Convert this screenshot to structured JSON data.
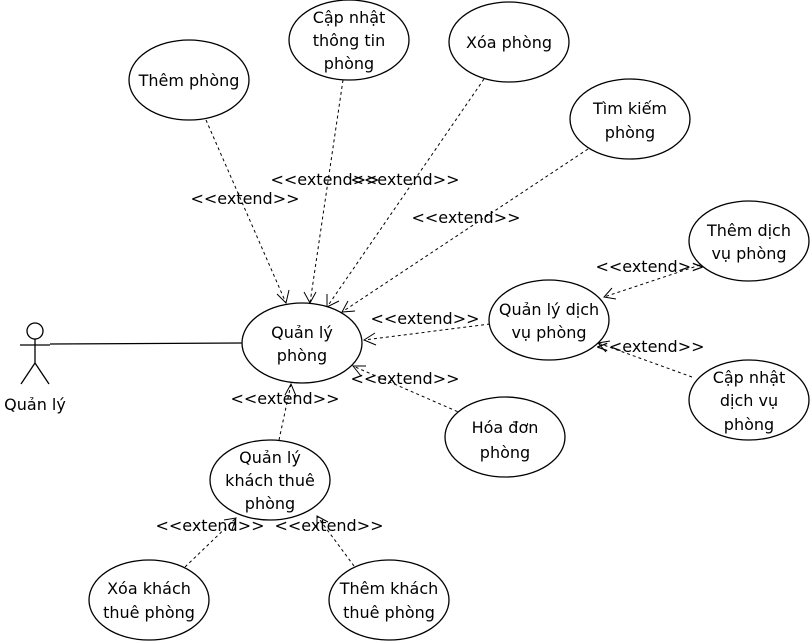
{
  "actor": {
    "name": "Quản lý"
  },
  "use_cases": {
    "main": {
      "lines": [
        "Quản lý",
        "phòng"
      ]
    },
    "them_phong": {
      "lines": [
        "Thêm phòng"
      ]
    },
    "cap_nhat_thong_tin": {
      "lines": [
        "Cập nhật",
        "thông tin",
        "phòng"
      ]
    },
    "xoa_phong": {
      "lines": [
        "Xóa phòng"
      ]
    },
    "tim_kiem": {
      "lines": [
        "Tìm kiếm",
        "phòng"
      ]
    },
    "them_dich_vu": {
      "lines": [
        "Thêm dịch",
        "vụ phòng"
      ]
    },
    "quan_ly_dich_vu": {
      "lines": [
        "Quản lý dịch",
        "vụ phòng"
      ]
    },
    "cap_nhat_dich_vu": {
      "lines": [
        "Cập nhật",
        "dịch vụ",
        "phòng"
      ]
    },
    "hoa_don": {
      "lines": [
        "Hóa đơn",
        "phòng"
      ]
    },
    "quan_ly_khach": {
      "lines": [
        "Quản lý",
        "khách thuê",
        "phòng"
      ]
    },
    "xoa_khach": {
      "lines": [
        "Xóa khách",
        "thuê phòng"
      ]
    },
    "them_khach": {
      "lines": [
        "Thêm khách",
        "thuê phòng"
      ]
    }
  },
  "stereotype": "<<extend>>",
  "relations": [
    {
      "from": "them_phong",
      "to": "main",
      "label": "<<extend>>"
    },
    {
      "from": "cap_nhat_thong_tin",
      "to": "main",
      "label": "<<extend>>"
    },
    {
      "from": "xoa_phong",
      "to": "main",
      "label": "<<extend>>"
    },
    {
      "from": "tim_kiem",
      "to": "main",
      "label": "<<extend>>"
    },
    {
      "from": "quan_ly_dich_vu",
      "to": "main",
      "label": "<<extend>>"
    },
    {
      "from": "hoa_don",
      "to": "main",
      "label": "<<extend>>"
    },
    {
      "from": "quan_ly_khach",
      "to": "main",
      "label": "<<extend>>"
    },
    {
      "from": "them_dich_vu",
      "to": "quan_ly_dich_vu",
      "label": "<<extend>>"
    },
    {
      "from": "cap_nhat_dich_vu",
      "to": "quan_ly_dich_vu",
      "label": "<<extend>>"
    },
    {
      "from": "xoa_khach",
      "to": "quan_ly_khach",
      "label": "<<extend>>"
    },
    {
      "from": "them_khach",
      "to": "quan_ly_khach",
      "label": "<<extend>>"
    }
  ]
}
